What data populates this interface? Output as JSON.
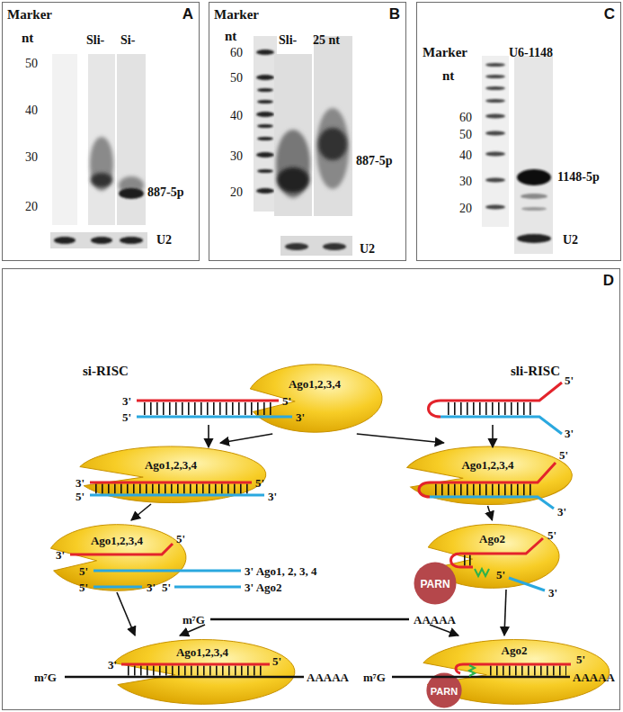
{
  "diagram": {
    "nodes": [
      {
        "text": [
          "A"
        ]
      },
      {
        "text": [
          "B"
        ]
      },
      {
        "text": [
          "C"
        ]
      },
      {
        "text": [
          "D"
        ]
      },
      {
        "text": [
          "Ago1,2,3,4"
        ],
        "in": 3
      },
      {
        "text": [
          "Ago1,2,3,4"
        ],
        "in": 3
      },
      {
        "text": [
          "Ago1,2,3,4"
        ],
        "in": 3
      },
      {
        "text": [
          "Ago1,2,3,4"
        ],
        "in": 3
      },
      {
        "text": [
          "Ago2"
        ],
        "in": 3
      },
      {
        "text": [
          "PARN"
        ],
        "in": 3
      },
      {
        "text": [
          "Ago1,2,3,4"
        ],
        "in": 3
      },
      {
        "text": [
          "Ago2"
        ],
        "in": 3
      },
      {
        "text": [
          "PARN"
        ],
        "in": 3
      }
    ],
    "edges": [
      {
        "from": 4,
        "to": 5,
        "arrow": "to"
      },
      {
        "from": 4,
        "to": 6,
        "arrow": "to"
      },
      {
        "from": 5,
        "to": 7,
        "arrow": "to"
      },
      {
        "from": 6,
        "to": 8,
        "arrow": "to"
      },
      {
        "from": 7,
        "to": 10,
        "arrow": "to"
      },
      {
        "from": 8,
        "to": 11,
        "arrow": "to"
      }
    ],
    "labels": [
      "Marker",
      "nt",
      "50",
      "40",
      "30",
      "20",
      "Sli-",
      "Si-",
      "887-5p",
      "U2",
      "Marker",
      "nt",
      "60",
      "50",
      "40",
      "30",
      "20",
      "Sli-",
      "25 nt",
      "887-5p",
      "U2",
      "Marker",
      "nt",
      "U6-1148",
      "60",
      "50",
      "40",
      "30",
      "20",
      "1148-5p",
      "U2",
      "si-RISC",
      "sli-RISC",
      "3'",
      "5'",
      "5'",
      "3'",
      "5'",
      "3'",
      "3'",
      "5'",
      "5'",
      "3'",
      "5'",
      "3'",
      "3'",
      "5'",
      "5'",
      "3' Ago1, 2, 3, 4",
      "5'",
      "3'",
      "5'",
      "3' Ago2",
      "5'",
      "5'",
      "3'",
      "m⁷G",
      "AAAAA",
      "m⁷G",
      "3'",
      "5'",
      "AAAAA",
      "m⁷G",
      "5'",
      "AAAAA"
    ]
  }
}
